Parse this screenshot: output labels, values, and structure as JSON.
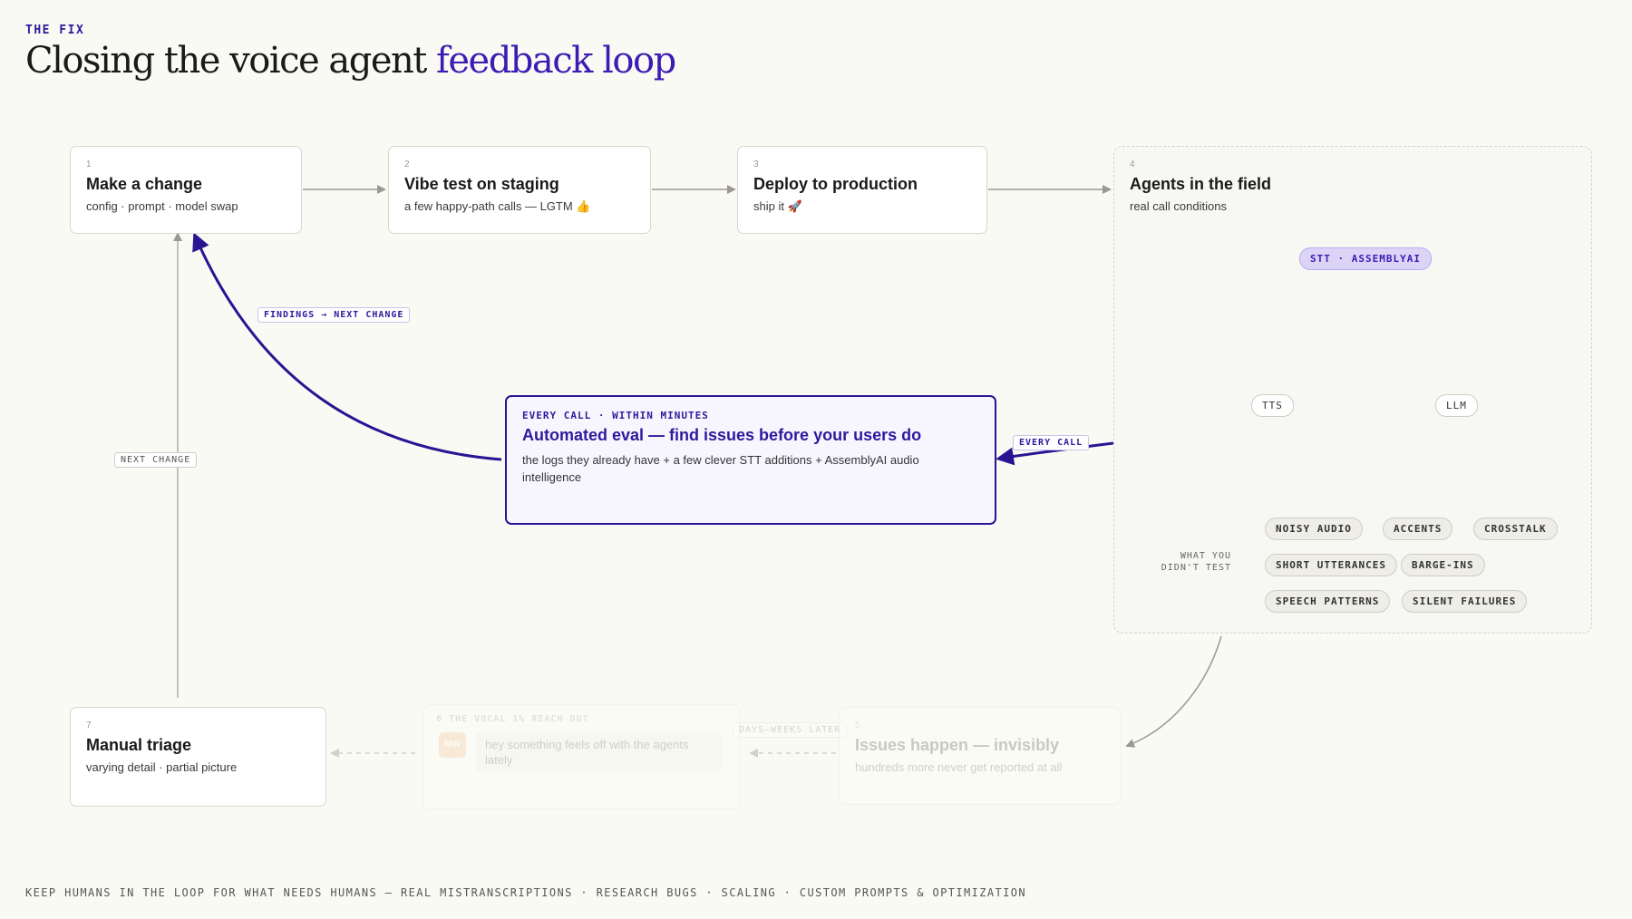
{
  "header": {
    "eyebrow": "THE FIX",
    "title_prefix": "Closing the voice agent",
    "title_accent": "feedback loop"
  },
  "colors": {
    "accent": "#3d1cb5",
    "eval_border": "#2a1494",
    "background": "#fafaf4"
  },
  "steps": [
    {
      "num": "1",
      "title": "Make a change",
      "subtitle": "config · prompt · model swap"
    },
    {
      "num": "2",
      "title": "Vibe test on staging",
      "subtitle": "a few happy-path calls — LGTM 👍"
    },
    {
      "num": "3",
      "title": "Deploy to production",
      "subtitle": "ship it 🚀"
    },
    {
      "num": "4",
      "title": "Agents in the field",
      "subtitle": "real call conditions"
    },
    {
      "num": "5",
      "title": "Issues happen — invisibly",
      "subtitle": "hundreds more never get reported at all"
    },
    {
      "num": "6",
      "label": "THE VOCAL 1% REACH OUT",
      "avatar": "MW",
      "message": "hey something feels off with the agents lately"
    },
    {
      "num": "7",
      "title": "Manual triage",
      "subtitle": "varying detail · partial picture"
    }
  ],
  "cycle": {
    "stt": "STT · ASSEMBLYAI",
    "llm": "LLM",
    "tts": "TTS"
  },
  "untested": {
    "label_line1": "WHAT YOU",
    "label_line2": "DIDN'T TEST",
    "chips": [
      "NOISY AUDIO",
      "ACCENTS",
      "CROSSTALK",
      "SHORT UTTERANCES",
      "BARGE-INS",
      "SPEECH PATTERNS",
      "SILENT FAILURES"
    ]
  },
  "eval": {
    "eyebrow": "EVERY CALL · WITHIN MINUTES",
    "title": "Automated eval — find issues before your users do",
    "description": "the logs they already have + a few clever STT additions + AssemblyAI audio intelligence"
  },
  "edge_labels": {
    "findings": "FINDINGS → NEXT CHANGE",
    "next_change": "NEXT CHANGE",
    "every_call": "EVERY CALL",
    "days_weeks": "DAYS–WEEKS LATER"
  },
  "footer": "KEEP HUMANS IN THE LOOP FOR WHAT NEEDS HUMANS — REAL MISTRANSCRIPTIONS · RESEARCH BUGS · SCALING · CUSTOM PROMPTS & OPTIMIZATION"
}
